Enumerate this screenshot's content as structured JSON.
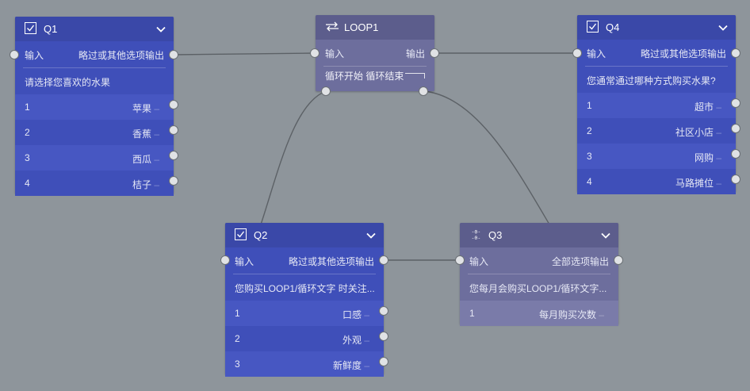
{
  "nodes": {
    "q1": {
      "title": "Q1",
      "input_label": "输入",
      "output_label": "略过或其他选项输出",
      "question": "请选择您喜欢的水果",
      "options": [
        {
          "index": "1",
          "label": "苹果"
        },
        {
          "index": "2",
          "label": "香蕉"
        },
        {
          "index": "3",
          "label": "西瓜"
        },
        {
          "index": "4",
          "label": "桔子"
        }
      ]
    },
    "loop1": {
      "title": "LOOP1",
      "input_label": "输入",
      "output_label": "输出",
      "loop_start": "循环开始",
      "loop_end": "循环结束"
    },
    "q4": {
      "title": "Q4",
      "input_label": "输入",
      "output_label": "略过或其他选项输出",
      "question": "您通常通过哪种方式购买水果?",
      "options": [
        {
          "index": "1",
          "label": "超市"
        },
        {
          "index": "2",
          "label": "社区小店"
        },
        {
          "index": "3",
          "label": "网购"
        },
        {
          "index": "4",
          "label": "马路摊位"
        }
      ]
    },
    "q2": {
      "title": "Q2",
      "input_label": "输入",
      "output_label": "略过或其他选项输出",
      "question": "您购买LOOP1/循环文字 时关注...",
      "options": [
        {
          "index": "1",
          "label": "口感"
        },
        {
          "index": "2",
          "label": "外观"
        },
        {
          "index": "3",
          "label": "新鲜度"
        }
      ]
    },
    "q3": {
      "title": "Q3",
      "input_label": "输入",
      "output_label": "全部选项输出",
      "question": "您每月会购买LOOP1/循环文字...",
      "options": [
        {
          "index": "1",
          "label": "每月购买次数"
        }
      ]
    }
  },
  "colors": {
    "canvas": "#8e959b",
    "choice_node": "#3f4fb9",
    "loop_node": "#6d6e9d",
    "wire": "#5c6166"
  },
  "icons": {
    "choice": "checkbox-icon",
    "loop": "loop-arrows-icon",
    "numeric": "slider-numeric-icon",
    "collapse": "chevron-down-icon"
  }
}
